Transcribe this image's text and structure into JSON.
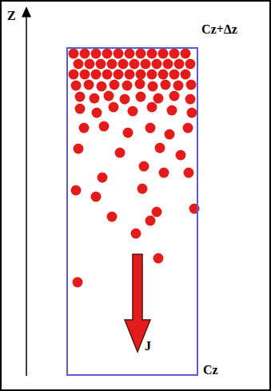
{
  "diagram": {
    "labels": [
      "Z",
      "Cz+Δz",
      "J",
      "Cz"
    ]
  }
}
